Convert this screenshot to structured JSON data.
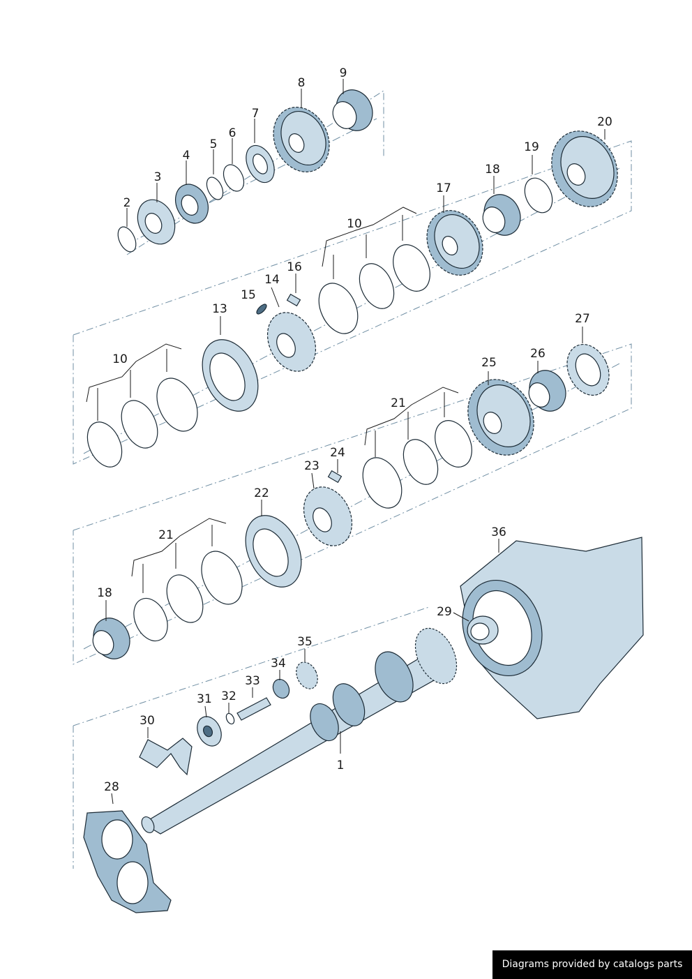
{
  "diagram": {
    "callouts": [
      {
        "id": "1",
        "label": "1"
      },
      {
        "id": "2",
        "label": "2"
      },
      {
        "id": "3",
        "label": "3"
      },
      {
        "id": "4",
        "label": "4"
      },
      {
        "id": "5",
        "label": "5"
      },
      {
        "id": "6",
        "label": "6"
      },
      {
        "id": "7",
        "label": "7"
      },
      {
        "id": "8",
        "label": "8"
      },
      {
        "id": "9",
        "label": "9"
      },
      {
        "id": "10a",
        "label": "10"
      },
      {
        "id": "10b",
        "label": "10"
      },
      {
        "id": "13",
        "label": "13"
      },
      {
        "id": "14",
        "label": "14"
      },
      {
        "id": "15",
        "label": "15"
      },
      {
        "id": "16",
        "label": "16"
      },
      {
        "id": "17",
        "label": "17"
      },
      {
        "id": "18a",
        "label": "18"
      },
      {
        "id": "18b",
        "label": "18"
      },
      {
        "id": "19",
        "label": "19"
      },
      {
        "id": "20",
        "label": "20"
      },
      {
        "id": "21a",
        "label": "21"
      },
      {
        "id": "21b",
        "label": "21"
      },
      {
        "id": "22",
        "label": "22"
      },
      {
        "id": "23",
        "label": "23"
      },
      {
        "id": "24",
        "label": "24"
      },
      {
        "id": "25",
        "label": "25"
      },
      {
        "id": "26",
        "label": "26"
      },
      {
        "id": "27",
        "label": "27"
      },
      {
        "id": "28",
        "label": "28"
      },
      {
        "id": "29",
        "label": "29"
      },
      {
        "id": "30",
        "label": "30"
      },
      {
        "id": "31",
        "label": "31"
      },
      {
        "id": "32",
        "label": "32"
      },
      {
        "id": "33",
        "label": "33"
      },
      {
        "id": "34",
        "label": "34"
      },
      {
        "id": "35",
        "label": "35"
      },
      {
        "id": "36",
        "label": "36"
      }
    ]
  },
  "footer": {
    "credit": "Diagrams provided by catalogs parts"
  }
}
